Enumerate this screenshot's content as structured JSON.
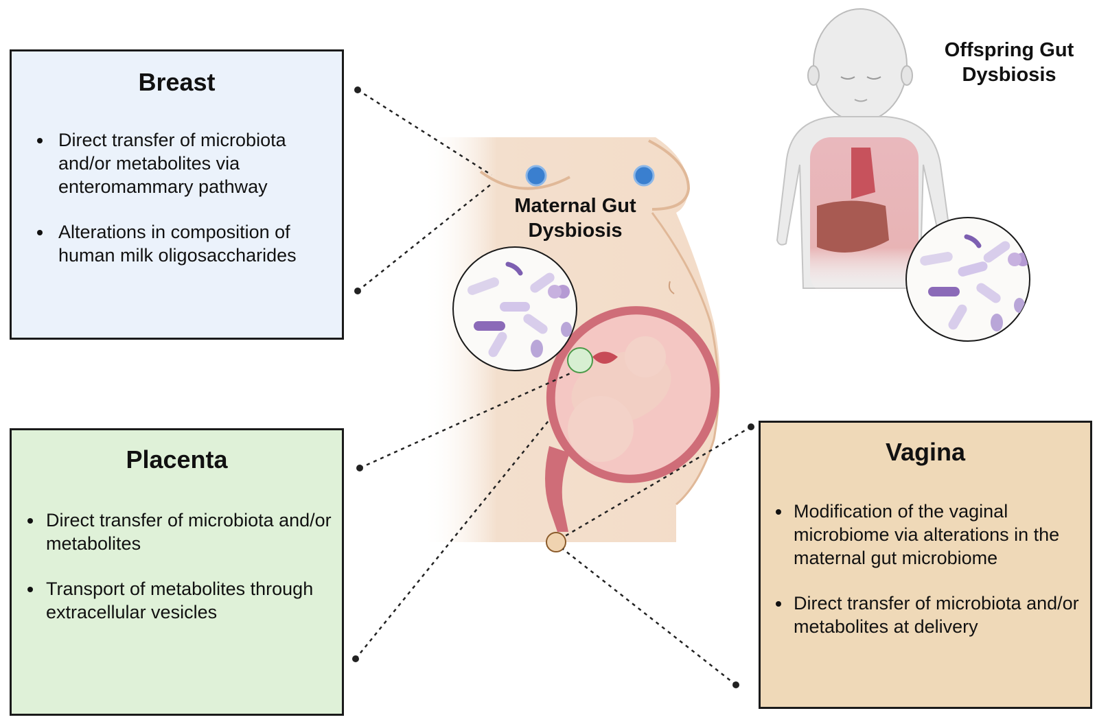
{
  "breast": {
    "title": "Breast",
    "bullets": [
      "Direct transfer of microbiota and/or metabolites via enteromammary pathway",
      "Alterations in composition of human milk oligosaccharides"
    ]
  },
  "placenta": {
    "title": "Placenta",
    "bullets": [
      "Direct transfer of microbiota and/or metabolites",
      "Transport of metabolites through extracellular vesicles"
    ]
  },
  "vagina": {
    "title": "Vagina",
    "bullets": [
      "Modification of the vaginal microbiome via alterations in the maternal gut microbiome",
      "Direct transfer of microbiota and/or metabolites at delivery"
    ]
  },
  "maternal_label": "Maternal Gut Dysbiosis",
  "offspring_label": "Offspring Gut Dysbiosis",
  "colors": {
    "breast_box": "#ebf2fb",
    "placenta_box": "#dff1d8",
    "vagina_box": "#efd9b8",
    "skin": "#f3dcc8",
    "nipple_marker": "#3a7fcf",
    "placenta_marker": "#d7efd2",
    "vagina_marker": "#f0d3b0",
    "bacteria": "#9d8ac7"
  }
}
